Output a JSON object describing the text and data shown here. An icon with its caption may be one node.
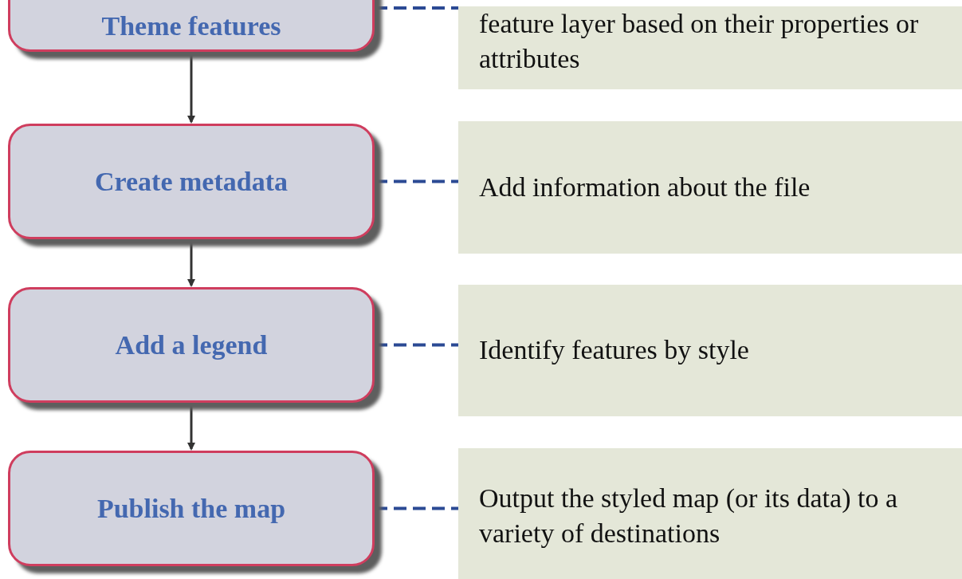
{
  "diagram": {
    "nodes": [
      {
        "text": [
          "Theme features"
        ]
      },
      {
        "text": [
          "feature layer based on their properties or attributes"
        ]
      },
      {
        "text": [
          "Create metadata"
        ]
      },
      {
        "text": [
          "Add information about the file"
        ]
      },
      {
        "text": [
          "Add a legend"
        ]
      },
      {
        "text": [
          "Identify features by style"
        ]
      },
      {
        "text": [
          "Publish the map"
        ]
      },
      {
        "text": [
          "Output the styled map (or its data) to a variety of destinations"
        ]
      }
    ],
    "edges": [
      {
        "from": 0,
        "to": 2,
        "arrow": "to",
        "color": "#333333"
      },
      {
        "from": 2,
        "to": 4,
        "arrow": "to",
        "color": "#333333"
      },
      {
        "from": 4,
        "to": 6,
        "arrow": "to",
        "color": "#333333"
      },
      {
        "from": 0,
        "to": 1,
        "arrow": "none",
        "style": "dashed",
        "color": "#2b4a94"
      },
      {
        "from": 2,
        "to": 3,
        "arrow": "none",
        "style": "dashed",
        "color": "#2b4a94"
      },
      {
        "from": 4,
        "to": 5,
        "arrow": "none",
        "style": "dashed",
        "color": "#2b4a94"
      },
      {
        "from": 6,
        "to": 7,
        "arrow": "none",
        "style": "dashed",
        "color": "#2b4a94"
      }
    ]
  }
}
